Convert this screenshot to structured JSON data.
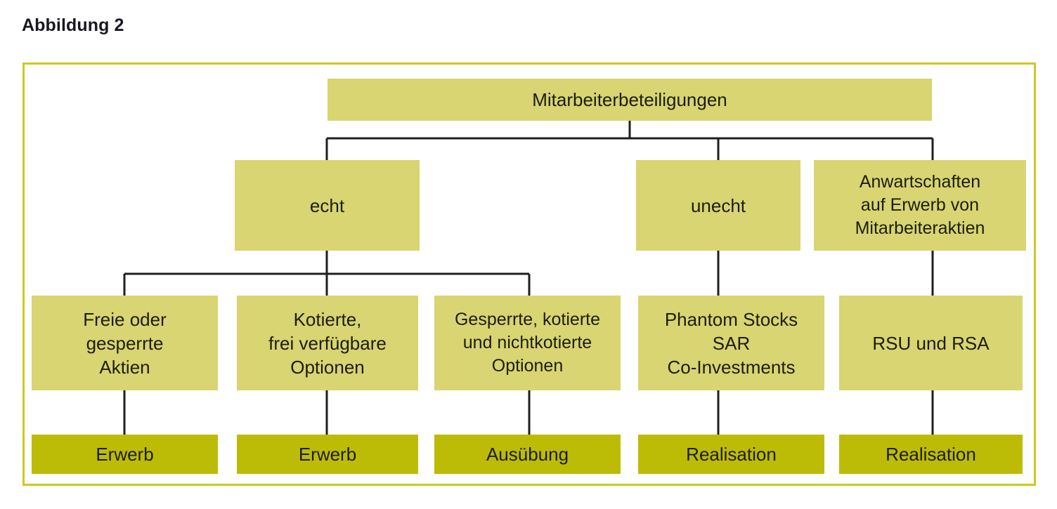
{
  "figure": {
    "title": "Abbildung 2"
  },
  "colors": {
    "frame_border": "#cfc81f",
    "node_fill": "#d8d572",
    "terminal_fill": "#bcbc06",
    "connector": "#1f1f1f",
    "text": "#1d1d12",
    "page_background": "#ffffff"
  },
  "chart_data": {
    "type": "diagram",
    "title": "Abbildung 2",
    "orientation": "top-down tree",
    "levels": 4,
    "nodes": [
      {
        "id": "root",
        "label": "Mitarbeiterbeteiligungen",
        "level": 0,
        "style": "node"
      },
      {
        "id": "echt",
        "label": "echt",
        "level": 1,
        "style": "node"
      },
      {
        "id": "unecht",
        "label": "unecht",
        "level": 1,
        "style": "node"
      },
      {
        "id": "anwart",
        "label": "Anwartschaften\nauf Erwerb von\nMitarbeiteraktien",
        "level": 1,
        "style": "node"
      },
      {
        "id": "aktien",
        "label": "Freie oder\ngesperrte\nAktien",
        "level": 2,
        "style": "node"
      },
      {
        "id": "optfrei",
        "label": "Kotierte,\nfrei verfügbare\nOptionen",
        "level": 2,
        "style": "node"
      },
      {
        "id": "optgesperrt",
        "label": "Gesperrte, kotierte\nund nichtkotierte\nOptionen",
        "level": 2,
        "style": "node"
      },
      {
        "id": "phantom",
        "label": "Phantom Stocks\nSAR\nCo-Investments",
        "level": 2,
        "style": "node"
      },
      {
        "id": "rsu",
        "label": "RSU und RSA",
        "level": 2,
        "style": "node"
      },
      {
        "id": "erwerb1",
        "label": "Erwerb",
        "level": 3,
        "style": "terminal"
      },
      {
        "id": "erwerb2",
        "label": "Erwerb",
        "level": 3,
        "style": "terminal"
      },
      {
        "id": "ausuebung",
        "label": "Ausübung",
        "level": 3,
        "style": "terminal"
      },
      {
        "id": "realisation1",
        "label": "Realisation",
        "level": 3,
        "style": "terminal"
      },
      {
        "id": "realisation2",
        "label": "Realisation",
        "level": 3,
        "style": "terminal"
      }
    ],
    "edges": [
      {
        "from": "root",
        "to": "echt"
      },
      {
        "from": "root",
        "to": "unecht"
      },
      {
        "from": "root",
        "to": "anwart"
      },
      {
        "from": "echt",
        "to": "aktien"
      },
      {
        "from": "echt",
        "to": "optfrei"
      },
      {
        "from": "echt",
        "to": "optgesperrt"
      },
      {
        "from": "unecht",
        "to": "phantom"
      },
      {
        "from": "anwart",
        "to": "rsu"
      },
      {
        "from": "aktien",
        "to": "erwerb1"
      },
      {
        "from": "optfrei",
        "to": "erwerb2"
      },
      {
        "from": "optgesperrt",
        "to": "ausuebung"
      },
      {
        "from": "phantom",
        "to": "realisation1"
      },
      {
        "from": "rsu",
        "to": "realisation2"
      }
    ]
  },
  "nodes": {
    "root": "Mitarbeiterbeteiligungen",
    "echt": "echt",
    "unecht": "unecht",
    "anwart": "Anwartschaften\nauf Erwerb von\nMitarbeiteraktien",
    "aktien": "Freie oder\ngesperrte\nAktien",
    "optfrei": "Kotierte,\nfrei verfügbare\nOptionen",
    "optgesperrt": "Gesperrte, kotierte\nund nichtkotierte\nOptionen",
    "phantom": "Phantom Stocks\nSAR\nCo-Investments",
    "rsu": "RSU und RSA",
    "erwerb1": "Erwerb",
    "erwerb2": "Erwerb",
    "ausuebung": "Ausübung",
    "realisation1": "Realisation",
    "realisation2": "Realisation"
  }
}
